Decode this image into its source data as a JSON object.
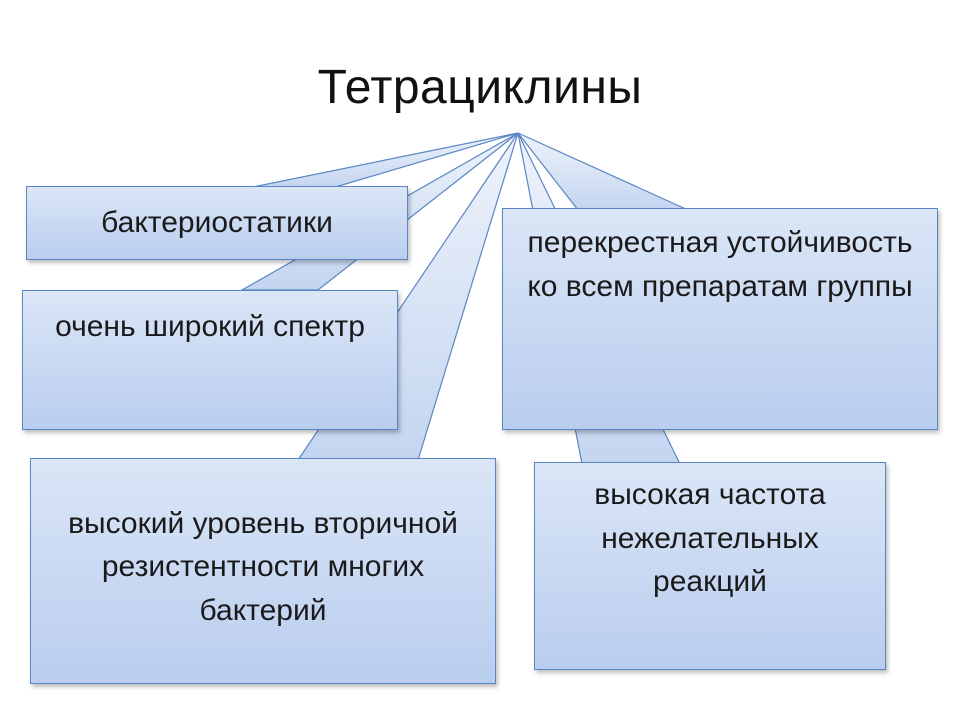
{
  "diagram": {
    "title": "Тетрациклины",
    "boxes": {
      "bacteriostatic": "бактериостатики",
      "spectrum": "очень широкий спектр",
      "cross_resistance": "перекрестная устойчивость ко всем препаратам группы",
      "secondary_resistance": "высокий уровень вторичной резистентности многих бактерий",
      "side_effects": "высокая частота нежелательных реакций"
    }
  }
}
